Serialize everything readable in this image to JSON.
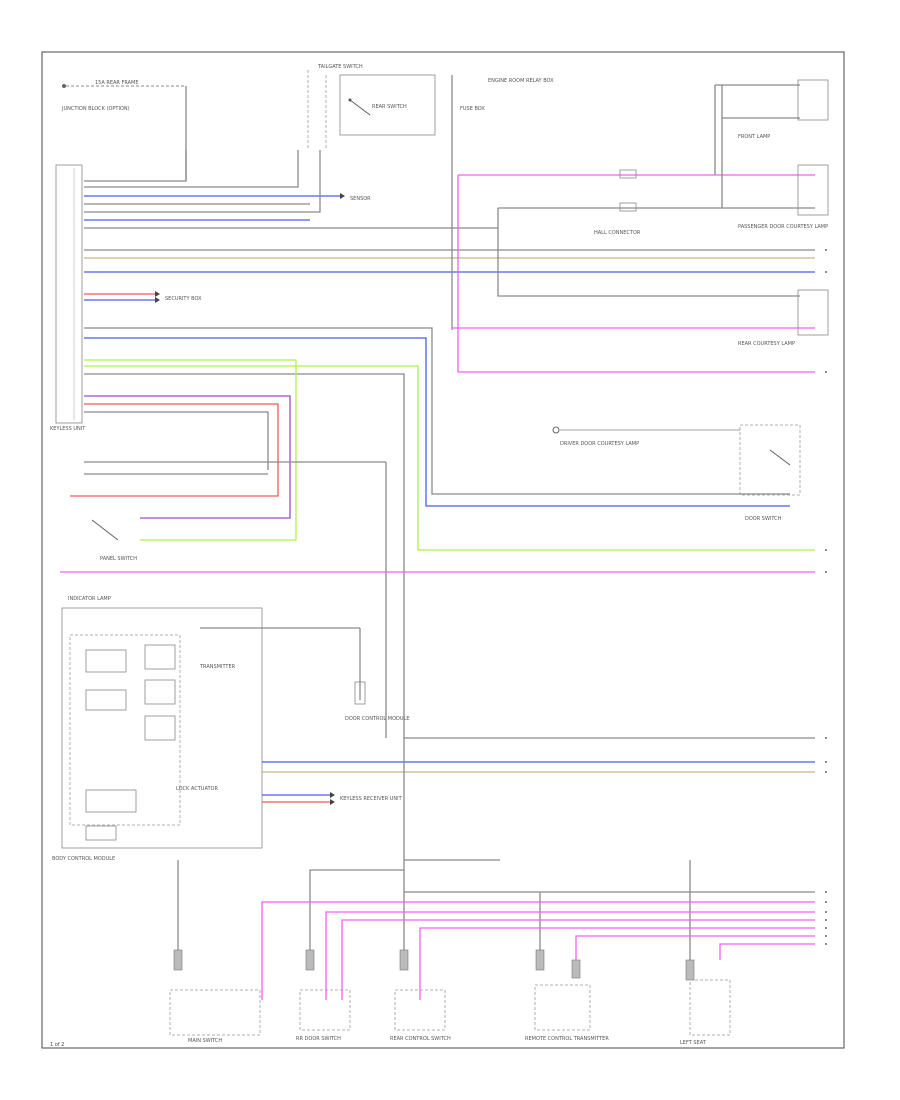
{
  "page_marker": "1 of 2",
  "colors": {
    "gray": "#8a8a8a",
    "dark": "#444444",
    "blue": "#4a5cf0",
    "magenta": "#f060f0",
    "red": "#f05a5a",
    "green": "#aef24a",
    "purple": "#9b4ad8",
    "tan": "#c8b48a"
  },
  "labels": {
    "top_fuse": "15A  REAR FRAME",
    "top_fuse_sub": "JUNCTION BLOCK (OPTION)",
    "tailgate_switch": "TAILGATE SWITCH",
    "rear_switch": "REAR SWITCH",
    "engine_box": "ENGINE ROOM RELAY BOX",
    "fuse_box": "FUSE BOX",
    "passenger_lamp": "PASSENGER DOOR COURTESY LAMP",
    "driver_lamp": "DRIVER DOOR COURTESY LAMP",
    "front_lamp": "FRONT LAMP",
    "rear_lamp": "REAR COURTESY LAMP",
    "hall_connector": "HALL CONNECTOR",
    "body_control": "BODY CONTROL MODULE",
    "door_control": "DOOR CONTROL MODULE",
    "door_switch": "DOOR SWITCH",
    "panel_switch": "PANEL SWITCH",
    "indicator_lamp": "INDICATOR LAMP",
    "transmitter": "TRANSMITTER",
    "lock_actuator": "LOCK ACTUATOR",
    "security_box": "SECURITY BOX",
    "sensor": "SENSOR",
    "keyless_unit": "KEYLESS UNIT",
    "keyless_receiver": "KEYLESS RECEIVER UNIT",
    "main_switch": "MAIN SWITCH",
    "rr_door": "RR DOOR SWITCH",
    "rear_control": "REAR CONTROL SWITCH",
    "remote_control": "REMOTE CONTROL TRANSMITTER",
    "left_seat": "LEFT SEAT"
  }
}
